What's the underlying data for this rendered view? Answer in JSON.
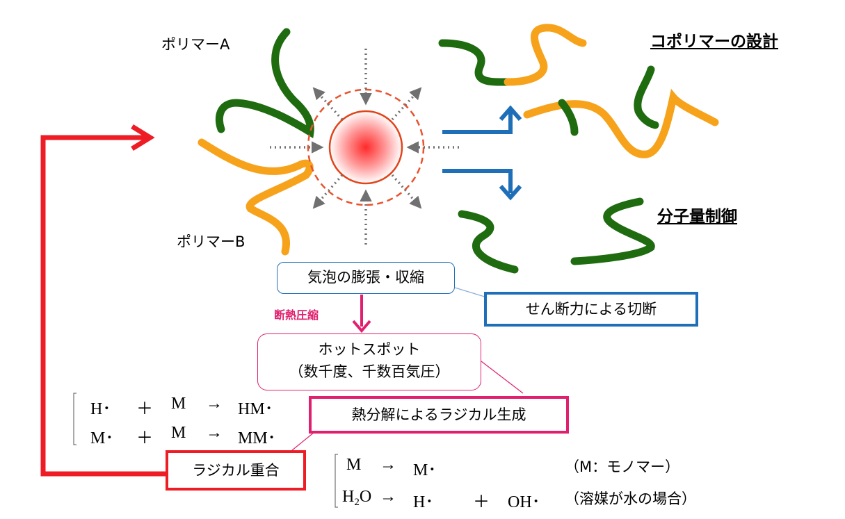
{
  "labels": {
    "polymer_a": "ポリマーA",
    "polymer_b": "ポリマーB",
    "copolymer_design": "コポリマーの設計",
    "mw_control": "分子量制御",
    "adiabatic": "断熱圧縮"
  },
  "boxes": {
    "bubble": "気泡の膨張・収縮",
    "shear": "せん断力による切断",
    "hotspot_line1": "ホットスポット",
    "hotspot_line2": "（数千度、千数百気圧）",
    "thermal": "熱分解によるラジカル生成",
    "polymerization": "ラジカル重合"
  },
  "equations": {
    "left": [
      {
        "a": "H･",
        "op": "＋",
        "b": "M",
        "arrow": "→",
        "c": "HM･"
      },
      {
        "a": "M･",
        "op": "＋",
        "b": "M",
        "arrow": "→",
        "c": "MM･"
      }
    ],
    "right": [
      {
        "a": "M",
        "arrow": "→",
        "b": "M･",
        "note": "（M：モノマー）"
      },
      {
        "a_main": "H",
        "a_sub": "2",
        "a_rest": "O",
        "arrow": "→",
        "b": "H･",
        "op": "＋",
        "c": "OH･",
        "note": "（溶媒が水の場合）"
      }
    ]
  },
  "colors": {
    "green": "#1f6b10",
    "orange": "#f7a21b",
    "red": "#ee1c25",
    "blue": "#1f6fb8",
    "pink": "#e0206e",
    "gray": "#707070"
  }
}
